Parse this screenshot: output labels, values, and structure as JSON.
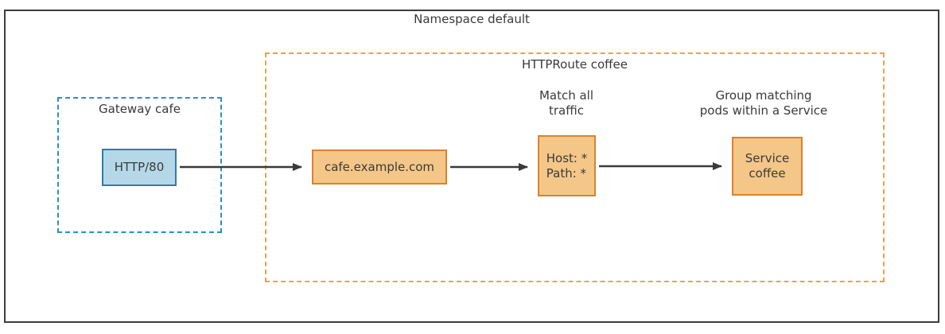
{
  "diagram": {
    "title": "Namespace default",
    "gateway_group": {
      "label": "Gateway cafe",
      "listener_node": {
        "label": "HTTP/80"
      }
    },
    "httproute_group": {
      "label": "HTTPRoute coffee",
      "hostname_node": {
        "label": "cafe.example.com"
      },
      "match_node": {
        "line1": "Host: *",
        "line2": "Path: *",
        "annotation_line1": "Match all",
        "annotation_line2": "traffic"
      },
      "service_node": {
        "line1": "Service",
        "line2": "coffee",
        "annotation_line1": "Group matching",
        "annotation_line2": "pods within a Service"
      }
    },
    "colors": {
      "frame_border": "#3d3d3d",
      "gateway_dash_border": "#2e8fc0",
      "httproute_dash_border": "#eca050",
      "listener_fill": "#b5d8e8",
      "listener_border": "#2f7ea3",
      "route_node_fill": "#f4c687",
      "route_node_border": "#d9822f",
      "arrow": "#3a3a3a",
      "text": "#3a3a3a"
    }
  }
}
